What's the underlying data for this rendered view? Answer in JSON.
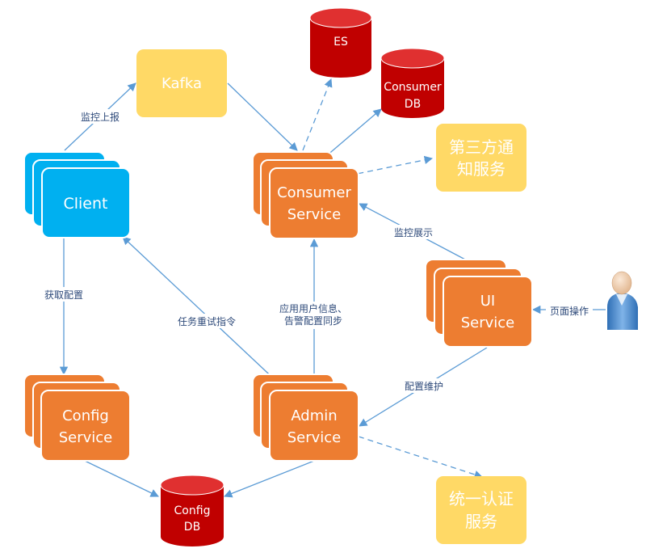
{
  "colors": {
    "blue_box": "#00b0f0",
    "blue_border": "#2e9fd8",
    "orange_box": "#ed7d31",
    "orange_border": "#c55a11",
    "yellow_box": "#ffd966",
    "red_db": "#c00000",
    "red_db_top": "#e03030",
    "arrow": "#5b9bd5"
  },
  "nodes": {
    "kafka": "Kafka",
    "client": "Client",
    "consumer_service": [
      "Consumer",
      "Service"
    ],
    "es_db": "ES",
    "consumer_db": [
      "Consumer",
      "DB"
    ],
    "third_party": [
      "第三方通",
      "知服务"
    ],
    "ui_service": [
      "UI",
      "Service"
    ],
    "config_service": [
      "Config",
      "Service"
    ],
    "admin_service": [
      "Admin",
      "Service"
    ],
    "config_db": [
      "Config",
      "DB"
    ],
    "auth_service": [
      "统一认证",
      "服务"
    ],
    "user_icon": "person-icon"
  },
  "edges": {
    "report_monitor": "监控上报",
    "get_config": "获取配置",
    "task_retry": "任务重试指令",
    "sync_info": [
      "应用用户信息、",
      "告警配置同步"
    ],
    "monitor_display": "监控展示",
    "page_operation": "页面操作",
    "config_maintain": "配置维护"
  }
}
